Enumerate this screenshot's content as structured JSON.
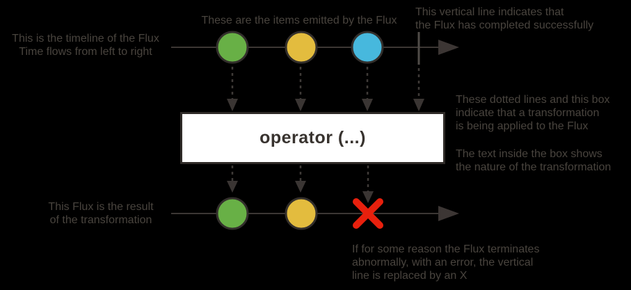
{
  "diagram": {
    "type": "marble-diagram",
    "subject": "Reactor Flux operator transformation",
    "timelines": {
      "source": {
        "items": [
          "green",
          "yellow",
          "blue"
        ],
        "termination": "complete"
      },
      "result": {
        "items": [
          "green",
          "yellow"
        ],
        "termination": "error"
      }
    }
  },
  "operator_box": {
    "label": "operator (...)"
  },
  "annotations": {
    "top_left": "This is the timeline of the Flux\nTime flows from left to right",
    "top_middle": "These are the items emitted by the Flux",
    "top_right": "This vertical line indicates that\nthe Flux has completed successfully",
    "right_transformation": "These dotted lines and this box\nindicate that a transformation\nis being applied to the Flux",
    "right_box_text": "The text inside the box shows\nthe nature of the transformation",
    "bottom_left": "This Flux is the result\nof the transformation",
    "bottom_right": "If for some reason the Flux terminates\nabnormally, with an error, the vertical\nline is replaced by an X"
  },
  "colors": {
    "background": "#000000",
    "marble_green": "#68b046",
    "marble_yellow": "#e3bc3e",
    "marble_blue": "#47b8dd",
    "marble_stroke": "#332f2c",
    "error_red": "#e8200d",
    "timeline_gray": "#3c3734",
    "completion_bar_gray": "#504c49",
    "dashed_gray": "#3e3a37",
    "arrowhead_gray": "#3c3634",
    "annotation_text": "#49443e",
    "box_background": "#ffffff",
    "box_border": "#2f2b28",
    "operator_text": "#38332f"
  }
}
